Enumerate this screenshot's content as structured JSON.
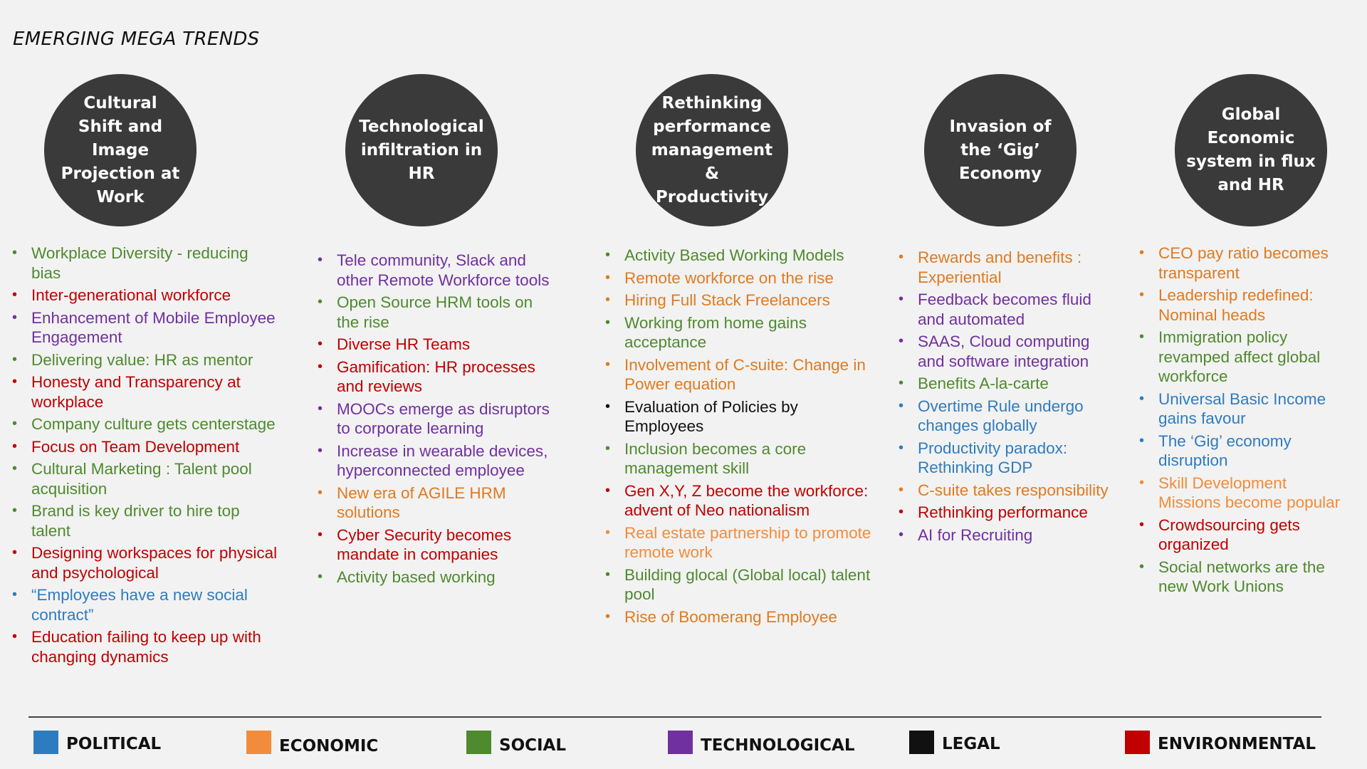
{
  "title": "EMERGING MEGA TRENDS",
  "colors": {
    "political": "#2e7cc0",
    "economic": "#e07a1f",
    "economic_light": "#f28c3a",
    "social": "#4e8a2e",
    "technological": "#7030a0",
    "legal": "#111111",
    "environmental": "#c00000"
  },
  "columns": [
    {
      "heading": "Cultural\nShift and\nImage\nProjection at\nWork",
      "items": [
        {
          "text": "Workplace Diversity - reducing bias",
          "cat": "social"
        },
        {
          "text": "Inter-generational workforce",
          "cat": "environmental"
        },
        {
          "text": "Enhancement of Mobile Employee Engagement",
          "cat": "technological"
        },
        {
          "text": "Delivering value: HR as mentor",
          "cat": "social"
        },
        {
          "text": "Honesty and Transparency at workplace",
          "cat": "environmental"
        },
        {
          "text": "Company culture gets centerstage",
          "cat": "social"
        },
        {
          "text": "Focus on Team Development",
          "cat": "environmental"
        },
        {
          "text": "Cultural Marketing : Talent pool acquisition",
          "cat": "social"
        },
        {
          "text": "Brand is key driver to hire top talent",
          "cat": "social"
        },
        {
          "text": "Designing workspaces for physical and psychological",
          "cat": "environmental"
        },
        {
          "text": "“Employees have a new social contract”",
          "cat": "political"
        },
        {
          "text": "Education failing to keep up with changing dynamics",
          "cat": "environmental"
        }
      ]
    },
    {
      "heading": "Technological\ninfiltration in\nHR",
      "items": [
        {
          "text": "Tele community, Slack and other Remote Workforce tools",
          "cat": "technological"
        },
        {
          "text": "Open Source HRM tools on the rise",
          "cat": "social"
        },
        {
          "text": "Diverse HR Teams",
          "cat": "environmental"
        },
        {
          "text": "Gamification: HR processes and reviews",
          "cat": "environmental"
        },
        {
          "text": "MOOCs emerge as disruptors to corporate learning",
          "cat": "technological"
        },
        {
          "text": "Increase in wearable devices, hyperconnected employee",
          "cat": "technological"
        },
        {
          "text": "New era of AGILE HRM solutions",
          "cat": "economic"
        },
        {
          "text": "Cyber Security becomes mandate in companies",
          "cat": "environmental"
        },
        {
          "text": "Activity based working",
          "cat": "social"
        }
      ]
    },
    {
      "heading": "Rethinking\nperformance\nmanagement &\nProductivity",
      "items": [
        {
          "text": "Activity Based Working Models",
          "cat": "social"
        },
        {
          "text": "Remote workforce on the rise",
          "cat": "economic"
        },
        {
          "text": "Hiring Full Stack Freelancers",
          "cat": "economic"
        },
        {
          "text": "Working from home gains acceptance",
          "cat": "social"
        },
        {
          "text": "Involvement of C-suite:  Change in Power equation",
          "cat": "economic"
        },
        {
          "text": "Evaluation of Policies by Employees",
          "cat": "legal"
        },
        {
          "text": "Inclusion becomes a core management skill",
          "cat": "social"
        },
        {
          "text": "Gen X,Y, Z become the workforce: advent of Neo nationalism",
          "cat": "environmental"
        },
        {
          "text": "Real estate partnership to promote remote work",
          "cat": "economic_light"
        },
        {
          "text": "Building glocal (Global local) talent pool",
          "cat": "social"
        },
        {
          "text": "Rise of Boomerang Employee",
          "cat": "economic"
        }
      ]
    },
    {
      "heading": "Invasion of\nthe ‘Gig’\nEconomy",
      "items": [
        {
          "text": "Rewards and benefits : Experiential",
          "cat": "economic"
        },
        {
          "text": "Feedback becomes fluid and automated",
          "cat": "technological"
        },
        {
          "text": "SAAS, Cloud computing and software integration",
          "cat": "technological"
        },
        {
          "text": "Benefits A-la-carte",
          "cat": "social"
        },
        {
          "text": "Overtime Rule undergo changes globally",
          "cat": "political"
        },
        {
          "text": "Productivity paradox: Rethinking GDP",
          "cat": "political"
        },
        {
          "text": "C-suite takes responsibility",
          "cat": "economic"
        },
        {
          "text": "Rethinking performance",
          "cat": "environmental"
        },
        {
          "text": "AI for Recruiting",
          "cat": "technological"
        }
      ]
    },
    {
      "heading": "Global\nEconomic\nsystem in flux\nand HR",
      "items": [
        {
          "text": "CEO pay ratio becomes transparent",
          "cat": "economic"
        },
        {
          "text": "Leadership redefined: Nominal heads",
          "cat": "economic"
        },
        {
          "text": "Immigration policy revamped affect global workforce",
          "cat": "social"
        },
        {
          "text": "Universal Basic Income gains favour",
          "cat": "political"
        },
        {
          "text": "The ‘Gig’ economy disruption",
          "cat": "political"
        },
        {
          "text": "Skill Development Missions become popular",
          "cat": "economic_light"
        },
        {
          "text": "Crowdsourcing gets organized",
          "cat": "environmental"
        },
        {
          "text": "Social networks are the new Work Unions",
          "cat": "social"
        }
      ]
    }
  ],
  "legend": [
    {
      "label": "POLITICAL",
      "cat": "political"
    },
    {
      "label": "ECONOMIC",
      "cat": "economic_light"
    },
    {
      "label": "SOCIAL",
      "cat": "social"
    },
    {
      "label": "TECHNOLOGICAL",
      "cat": "technological"
    },
    {
      "label": "LEGAL",
      "cat": "legal"
    },
    {
      "label": "ENVIRONMENTAL",
      "cat": "environmental"
    }
  ]
}
